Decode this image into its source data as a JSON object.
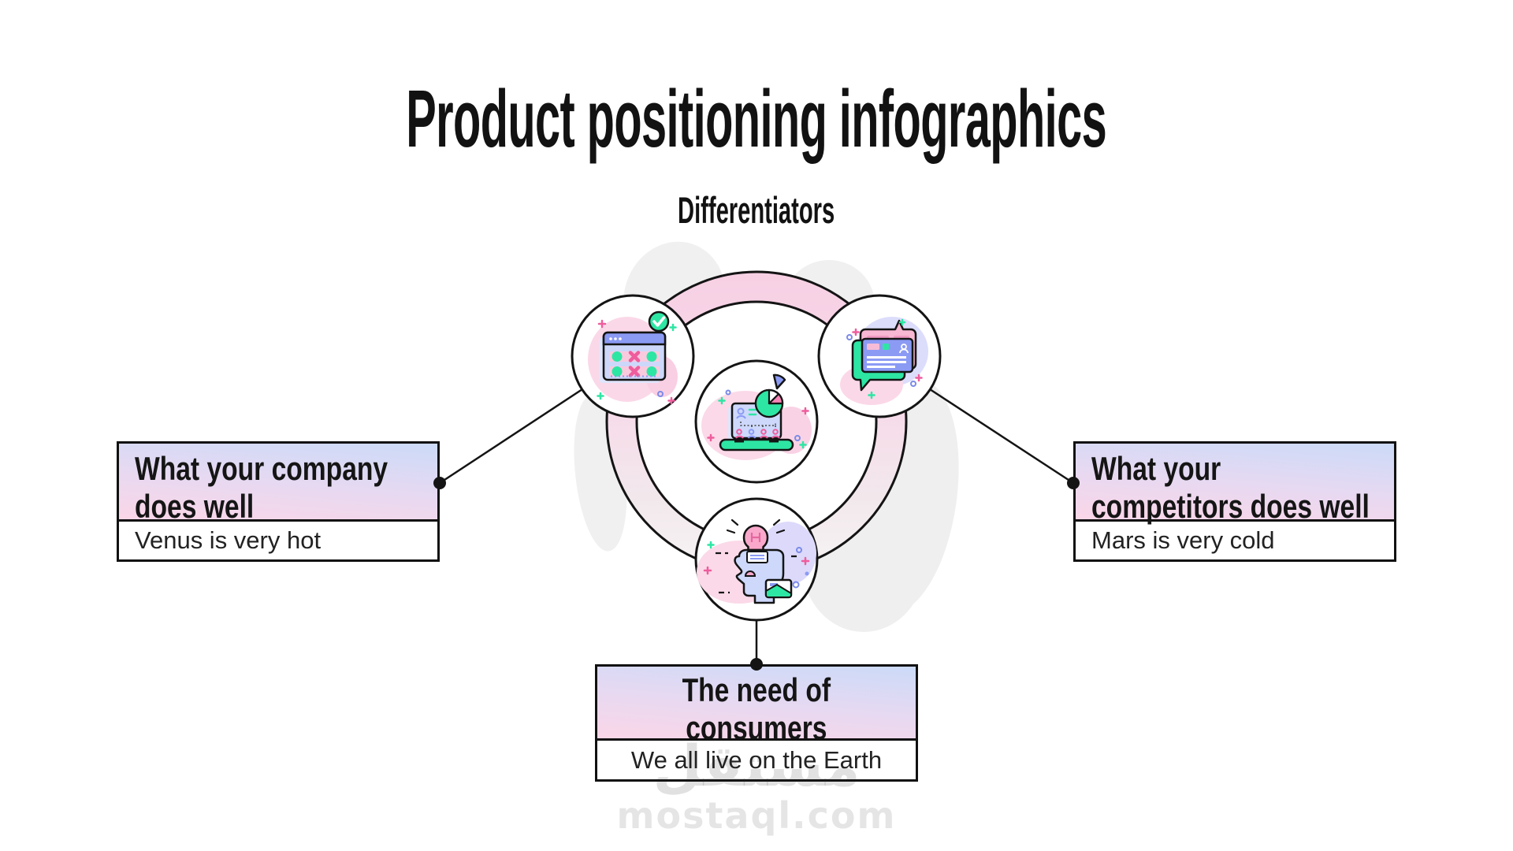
{
  "title": "Product positioning infographics",
  "subtitle": "Differentiators",
  "cards": [
    {
      "id": "company",
      "position": "left",
      "title": "What your company\ndoes well",
      "description": "Venus is very hot"
    },
    {
      "id": "competitors",
      "position": "right",
      "title": "What your\ncompetitors does well",
      "description": "Mars is very cold"
    },
    {
      "id": "consumers",
      "position": "bottom",
      "title": "The need of\nconsumers",
      "description": "We all live on the Earth"
    }
  ],
  "diagram": {
    "center_icon": "market-analysis-laptop-pie-icon",
    "nodes": [
      {
        "position": "top-left",
        "icon": "feature-comparison-checklist-icon",
        "linked_card": "company"
      },
      {
        "position": "top-right",
        "icon": "customer-feedback-bubbles-icon",
        "linked_card": "competitors"
      },
      {
        "position": "bottom",
        "icon": "consumer-idea-head-bulb-icon",
        "linked_card": "consumers"
      }
    ]
  },
  "watermark": {
    "logo_text": "مستقل",
    "site": "mostaql.com"
  },
  "colors": {
    "ring_pink": "#f8d6e7",
    "mint_green": "#2ee6a4",
    "periwinkle": "#8b9bf4",
    "light_periwinkle": "#cdd7fa",
    "accent_pink": "#ee5d9d",
    "light_pink": "#f9cade",
    "header_gradient_top": "#cbdaf8",
    "header_gradient_bottom": "#fbd6e8",
    "gray_blob": "#f0f0f0",
    "outline": "#141414"
  }
}
